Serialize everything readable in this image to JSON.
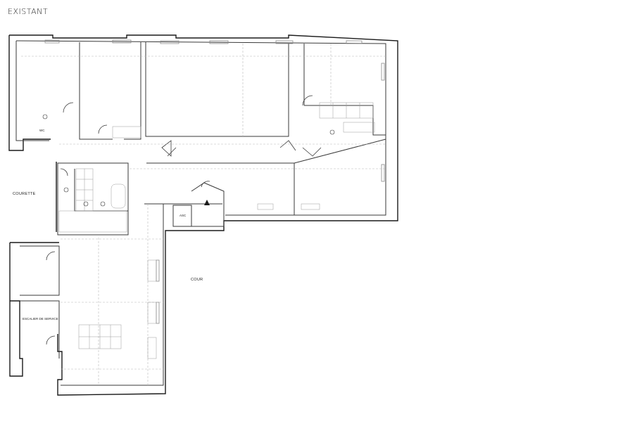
{
  "title": "EXISTANT",
  "labels": {
    "courette": "COURETTE",
    "cour": "COUR",
    "escalier": "ESCALIER DE SERVICE",
    "wc": "WC",
    "asc": "ASC"
  },
  "colors": {
    "wall": "#1a1a1a",
    "thin": "#3a3a3a",
    "hidden": "#b8b8b8",
    "window": "#8a8a8a"
  }
}
